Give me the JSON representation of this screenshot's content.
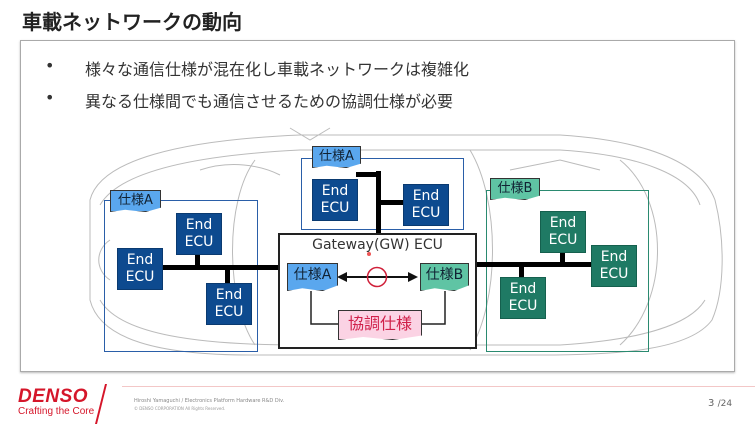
{
  "title": "車載ネットワークの動向",
  "bullets": [
    "様々な通信仕様が混在化し車載ネットワークは複雑化",
    "異なる仕様間でも通信させるための協調仕様が必要"
  ],
  "bullet_symbol": "•",
  "diagram": {
    "zones": [
      {
        "tag": "仕様A",
        "spec": "A",
        "ecus": [
          "End ECU",
          "End ECU",
          "End ECU"
        ]
      },
      {
        "tag": "仕様A",
        "spec": "A",
        "ecus": [
          "End ECU",
          "End ECU"
        ]
      },
      {
        "tag": "仕様B",
        "spec": "B",
        "ecus": [
          "End ECU",
          "End ECU",
          "End ECU"
        ]
      }
    ],
    "ecu_line1": "End",
    "ecu_line2": "ECU",
    "gateway": {
      "title": "Gateway(GW) ECU",
      "spec_a": "仕様A",
      "spec_b": "仕様B",
      "coop": "協調仕様"
    }
  },
  "colors": {
    "spec_a_ecu": "#0d4a8f",
    "spec_b_ecu": "#1f7a64",
    "spec_a_tag": "#5aa7ee",
    "spec_b_tag": "#5fc4a4",
    "coop": "#fbd3e4",
    "brand": "#d5162a"
  },
  "footer": {
    "logo": "DENSO",
    "tagline": "Crafting the Core",
    "author": "Hiroshi Yamaguchi / Electronics Platform Hardware R&D Div.",
    "copyright": "© DENSO CORPORATION All Rights Reserved.",
    "page": "3",
    "total": "/24"
  }
}
